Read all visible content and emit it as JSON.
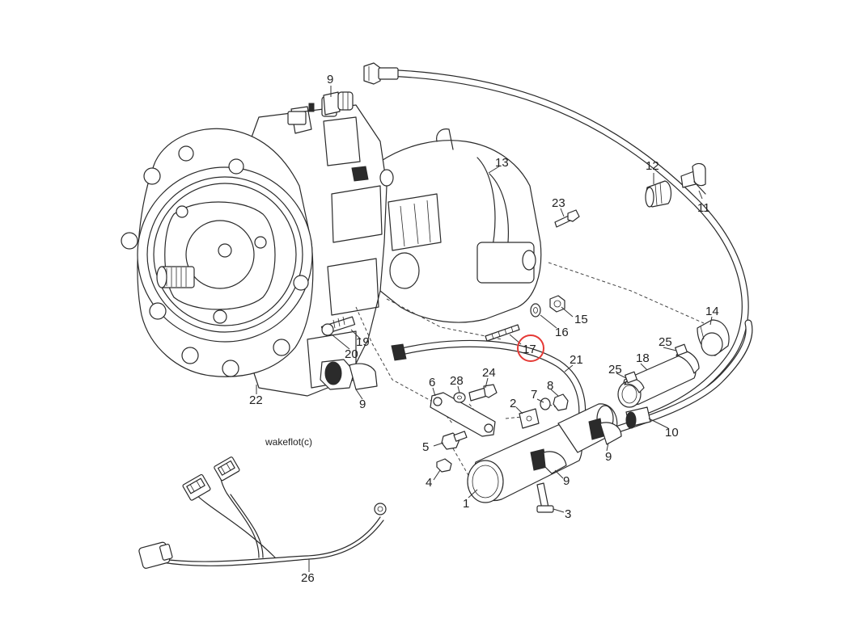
{
  "diagram": {
    "caption": "wakeflot(c)",
    "highlight_color": "#e53935",
    "highlighted_part": "17",
    "parts": [
      {
        "id": "p1",
        "label": "1"
      },
      {
        "id": "p2",
        "label": "2"
      },
      {
        "id": "p3",
        "label": "3"
      },
      {
        "id": "p4",
        "label": "4"
      },
      {
        "id": "p5",
        "label": "5"
      },
      {
        "id": "p6",
        "label": "6"
      },
      {
        "id": "p7",
        "label": "7"
      },
      {
        "id": "p8",
        "label": "8"
      },
      {
        "id": "p9a",
        "label": "9"
      },
      {
        "id": "p9b",
        "label": "9"
      },
      {
        "id": "p9c",
        "label": "9"
      },
      {
        "id": "p9d",
        "label": "9"
      },
      {
        "id": "p10",
        "label": "10"
      },
      {
        "id": "p11",
        "label": "11"
      },
      {
        "id": "p12",
        "label": "12"
      },
      {
        "id": "p13",
        "label": "13"
      },
      {
        "id": "p14",
        "label": "14"
      },
      {
        "id": "p15",
        "label": "15"
      },
      {
        "id": "p16",
        "label": "16"
      },
      {
        "id": "p17",
        "label": "17"
      },
      {
        "id": "p18",
        "label": "18"
      },
      {
        "id": "p19",
        "label": "19"
      },
      {
        "id": "p20",
        "label": "20"
      },
      {
        "id": "p21",
        "label": "21"
      },
      {
        "id": "p22",
        "label": "22"
      },
      {
        "id": "p23",
        "label": "23"
      },
      {
        "id": "p24",
        "label": "24"
      },
      {
        "id": "p25a",
        "label": "25"
      },
      {
        "id": "p25b",
        "label": "25"
      },
      {
        "id": "p26",
        "label": "26"
      },
      {
        "id": "p28",
        "label": "28"
      }
    ]
  }
}
